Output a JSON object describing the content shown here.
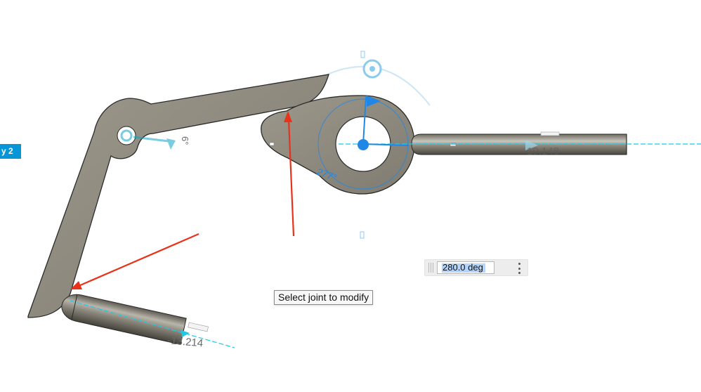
{
  "browser_tag": {
    "label": "y 2"
  },
  "dimensions": {
    "left_angle": "6°",
    "center_angle": "277°",
    "right_distance": "-19.148",
    "bottom_distance": "-13.214"
  },
  "value_input": {
    "value": "280.0 deg"
  },
  "tooltip": {
    "text": "Select joint to modify"
  },
  "colors": {
    "part_fill": "#8e8a7e",
    "part_edge": "#2a2a28",
    "joint_axis": "#0696d7",
    "manipulator": "#2187e6",
    "annotation_arrow": "#e8321a",
    "browser_tag": "#0696d7"
  },
  "icons": {
    "rotation_arrow": "triangle-flag-icon",
    "joint_center": "joint-origin-icon",
    "menu": "vertical-dots-icon"
  }
}
